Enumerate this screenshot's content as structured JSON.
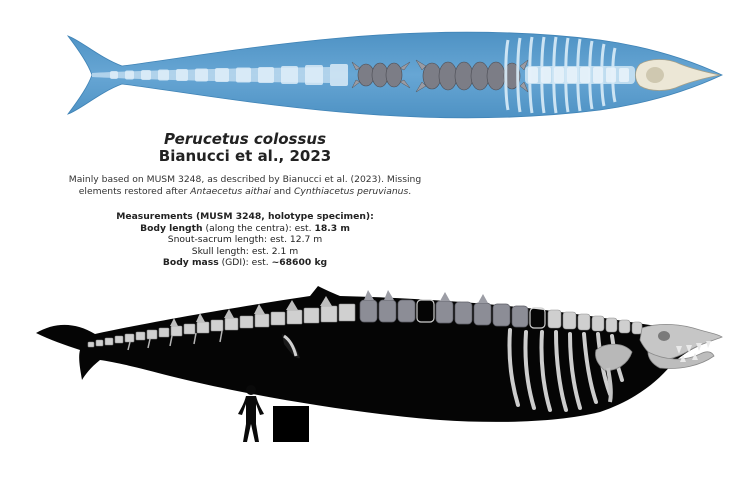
{
  "title": {
    "species": "Perucetus colossus",
    "authority": "Bianucci et al., 2023"
  },
  "basis": {
    "line1": "Mainly based on MUSM 3248, as described by Bianucci et al. (2023). Missing",
    "line2_pre": "elements restored after ",
    "genus1": "Antaecetus aithai",
    "line2_mid": " and ",
    "genus2": "Cynthiacetus peruvianus",
    "line2_end": "."
  },
  "measurements": {
    "header": "Measurements (MUSM 3248, holotype specimen):",
    "body_length_label": "Body length",
    "body_length_note": " (along the centra): est. ",
    "body_length_value": "18.3 m",
    "snout_sacrum": "Snout-sacrum length: est. 12.7 m",
    "skull_length": "Skull length: est. 2.1 m",
    "body_mass_label": "Body mass",
    "body_mass_note": " (GDI): est. ",
    "body_mass_value": "~68600 kg"
  },
  "colors": {
    "dorsal_body": "#5b9ccc",
    "dorsal_edge": "#3f83b6",
    "lateral_body": "#050505",
    "bone_known": "#8a8a92",
    "bone_restored": "#d2d2d2",
    "bone_outline": "#9a9a9a",
    "skull_dorsal": "#e8e2cf"
  },
  "icons": {
    "human_scale": "human-silhouette-icon",
    "square_scale": "scale-square-icon"
  }
}
